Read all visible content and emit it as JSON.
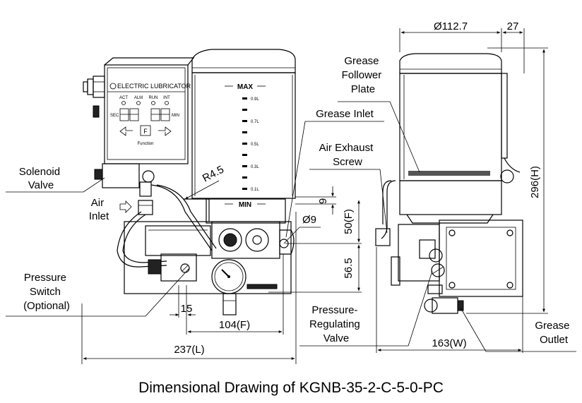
{
  "front_view": {
    "panel_title": "ELECTRIC LUBRICATOR",
    "indicators": [
      "ACT",
      "ALM",
      "RUN",
      "INT"
    ],
    "sec_label": "SEC",
    "min_label": "MIN",
    "function_label": "Function",
    "function_key": "F",
    "max_label": "MAX",
    "min_level_label": "MIN",
    "reservoir_marks": [
      "0.9L",
      "0.7L",
      "0.5L",
      "0.3L",
      "0.1L"
    ]
  },
  "labels": {
    "solenoid_valve": [
      "Solenoid",
      "Valve"
    ],
    "air_inlet": [
      "Air",
      "Inlet"
    ],
    "pressure_switch": [
      "Pressure",
      "Switch",
      "(Optional)"
    ],
    "grease_inlet": "Grease Inlet",
    "air_exhaust_screw": [
      "Air Exhaust",
      "Screw"
    ],
    "grease_follower_plate": [
      "Grease",
      "Follower",
      "Plate"
    ],
    "pressure_regulating_valve": [
      "Pressure-",
      "Regulating",
      "Valve"
    ],
    "grease_outlet": [
      "Grease",
      "Outlet"
    ]
  },
  "dimensions": {
    "radius": "R4.5",
    "hole_dia": "Ø9",
    "dim_9": "9",
    "height_50": "50(F)",
    "height_56": "56.5",
    "offset_15": "15",
    "width_104": "104(F)",
    "length_237": "237(L)",
    "diameter_top": "Ø112.7",
    "offset_27": "27",
    "height_296": "296(H)",
    "width_163": "163(W)"
  },
  "caption": "Dimensional Drawing of KGNB-35-2-C-5-0-PC"
}
